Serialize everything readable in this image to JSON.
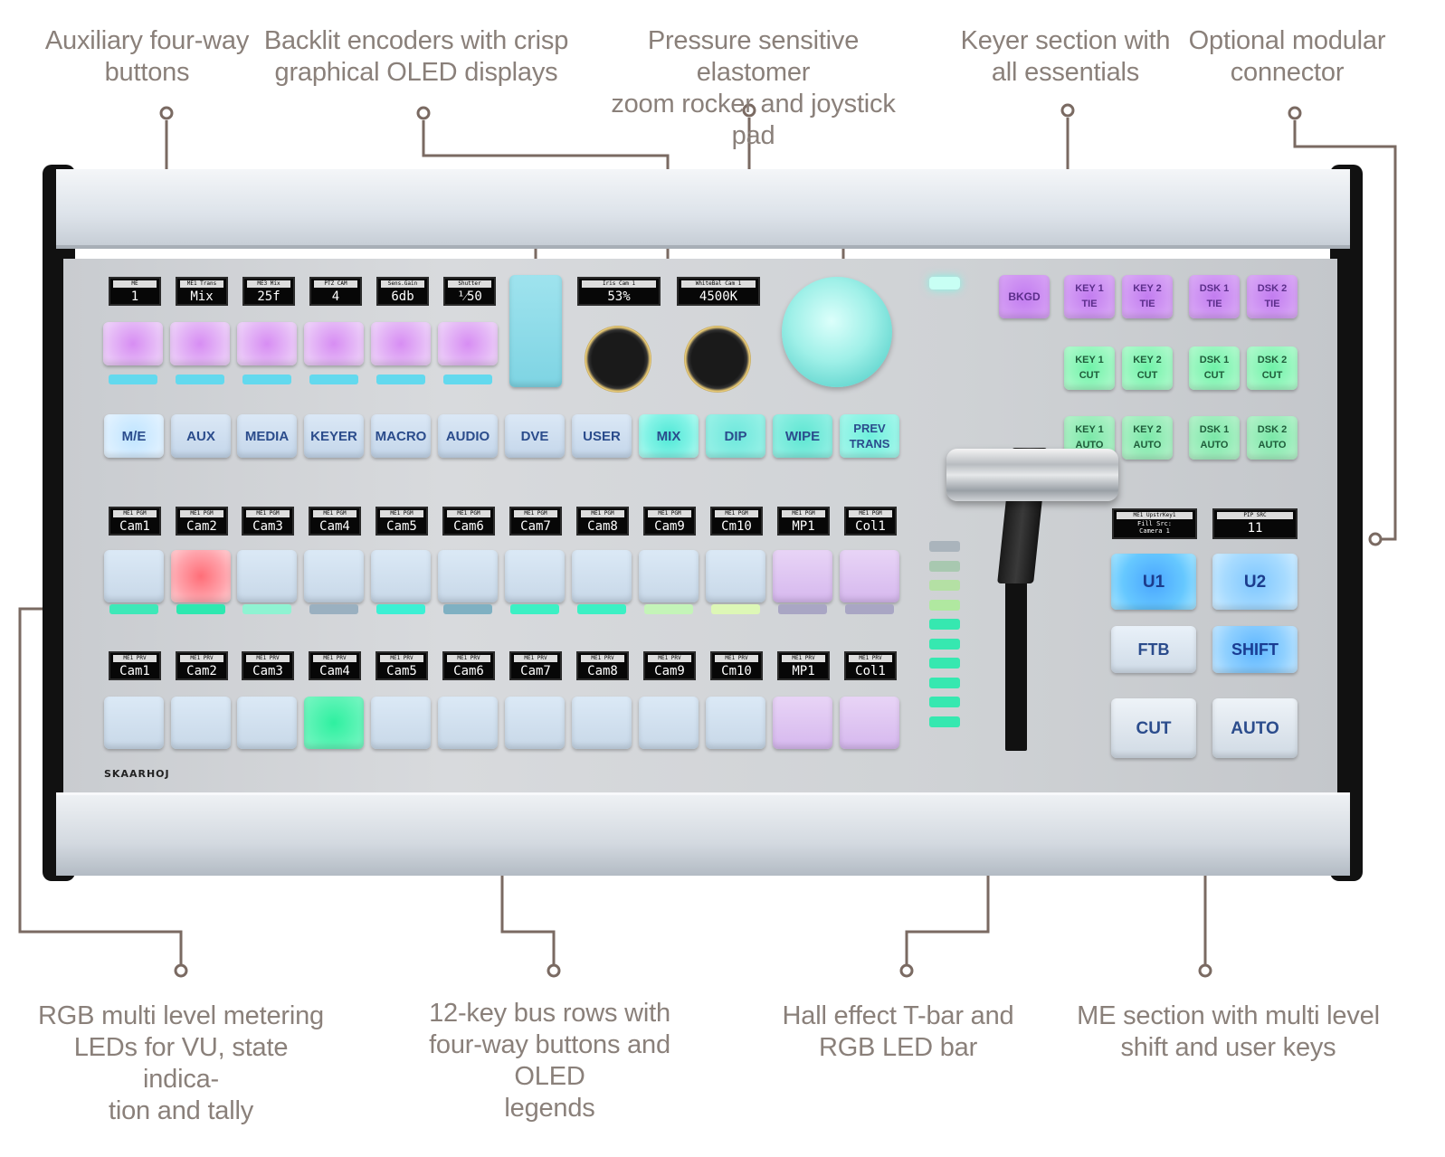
{
  "callouts": {
    "top": [
      {
        "lines": [
          "Auxiliary four-way",
          "buttons"
        ]
      },
      {
        "lines": [
          "Backlit encoders with crisp",
          "graphical OLED displays"
        ]
      },
      {
        "lines": [
          "Pressure sensitive elastomer",
          "zoom rocker and joystick pad"
        ]
      },
      {
        "lines": [
          "Keyer section with",
          "all essentials"
        ]
      },
      {
        "lines": [
          "Optional modular",
          "connector"
        ]
      }
    ],
    "bottom": [
      {
        "lines": [
          "RGB multi level metering",
          "LEDs for VU, state indica-",
          "tion and tally"
        ]
      },
      {
        "lines": [
          "12-key bus rows with",
          "four-way buttons and OLED",
          "legends"
        ]
      },
      {
        "lines": [
          "Hall effect T-bar and",
          "RGB LED bar"
        ]
      },
      {
        "lines": [
          "ME section with multi level",
          "shift and user keys"
        ]
      }
    ]
  },
  "panel": {
    "brand": "SKAARHOJ",
    "aux_displays": [
      {
        "title": "ME",
        "value": "1"
      },
      {
        "title": "ME1 Trans",
        "value": "Mix"
      },
      {
        "title": "ME3 Mix",
        "value": "25f"
      },
      {
        "title": "PTZ CAM",
        "value": "4"
      },
      {
        "title": "Sens.Gain",
        "value": "6db"
      },
      {
        "title": "Shutter",
        "value": "¹⁄50"
      }
    ],
    "encoder_displays": [
      {
        "title": "Iris Cam 1",
        "value": "53%"
      },
      {
        "title": "WhiteBal Cam 1",
        "value": "4500K"
      }
    ],
    "menu_buttons": [
      "M/E",
      "AUX",
      "MEDIA",
      "KEYER",
      "MACRO",
      "AUDIO",
      "DVE",
      "USER",
      "MIX",
      "DIP",
      "WIPE",
      "PREV\nTRANS"
    ],
    "program_bus": {
      "title": "ME1 PGM",
      "sources": [
        "Cam1",
        "Cam2",
        "Cam3",
        "Cam4",
        "Cam5",
        "Cam6",
        "Cam7",
        "Cam8",
        "Cam9",
        "Cm10",
        "MP1",
        "Col1"
      ]
    },
    "preview_bus": {
      "title": "ME1 PRV",
      "sources": [
        "Cam1",
        "Cam2",
        "Cam3",
        "Cam4",
        "Cam5",
        "Cam6",
        "Cam7",
        "Cam8",
        "Cam9",
        "Cm10",
        "MP1",
        "Col1"
      ]
    },
    "keyer": {
      "bkgd": "BKGD",
      "tie_row": [
        "KEY 1\nTIE",
        "KEY 2\nTIE",
        "DSK 1\nTIE",
        "DSK 2\nTIE"
      ],
      "cut_row": [
        "KEY 1\nCUT",
        "KEY 2\nCUT",
        "DSK 1\nCUT",
        "DSK 2\nCUT"
      ],
      "auto_row": [
        "KEY 1\nAUTO",
        "KEY 2\nAUTO",
        "DSK 1\nAUTO",
        "DSK 2\nAUTO"
      ]
    },
    "me_displays": [
      {
        "title": "ME1 UpstrKey1",
        "value": "Fill Src:\nCamera 1"
      },
      {
        "title": "PIP SRC",
        "value": "11"
      }
    ],
    "me_buttons": [
      "U1",
      "U2",
      "FTB",
      "SHIFT",
      "CUT",
      "AUTO"
    ],
    "colors": {
      "callout_text": "#8a807a",
      "leader_line": "#7a6a62",
      "purple_glow": "#d9a6f5",
      "cyan_glow": "#5ef0e0",
      "green_tally": "#2ef0a0",
      "red_tally": "#ff6e78",
      "button_text": "#2b4c8c"
    }
  }
}
